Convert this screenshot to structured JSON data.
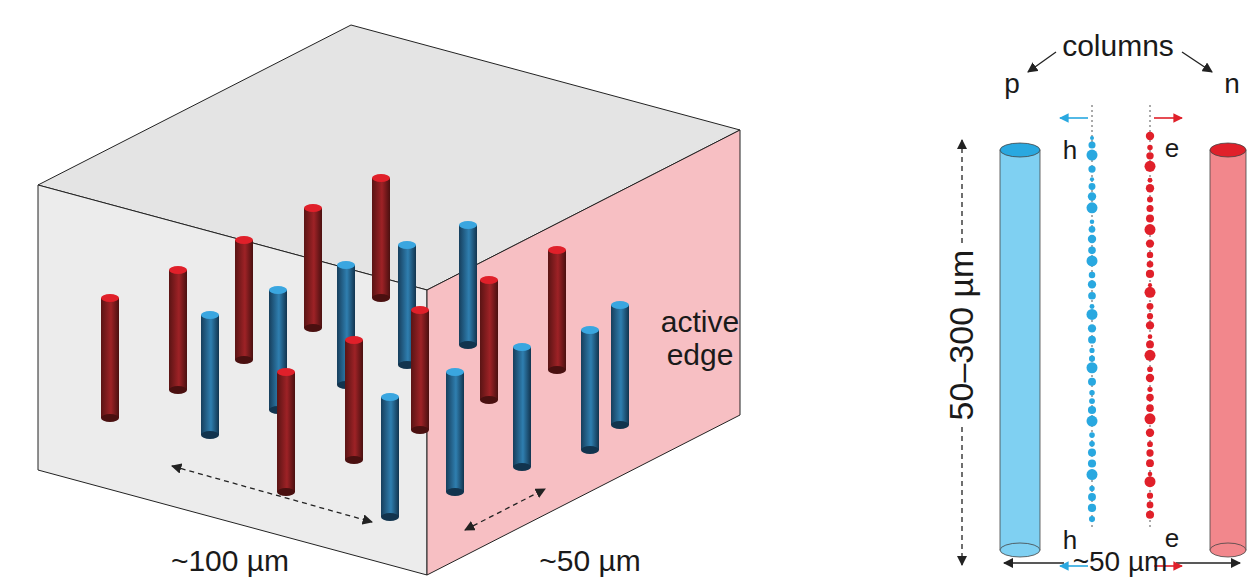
{
  "diagram": {
    "labels": [
      "columns",
      "p",
      "n",
      "h",
      "e",
      "active edge",
      "50–300 µm",
      "h",
      "e",
      "~100 µm",
      "~50 µm",
      "~50 µm"
    ]
  }
}
